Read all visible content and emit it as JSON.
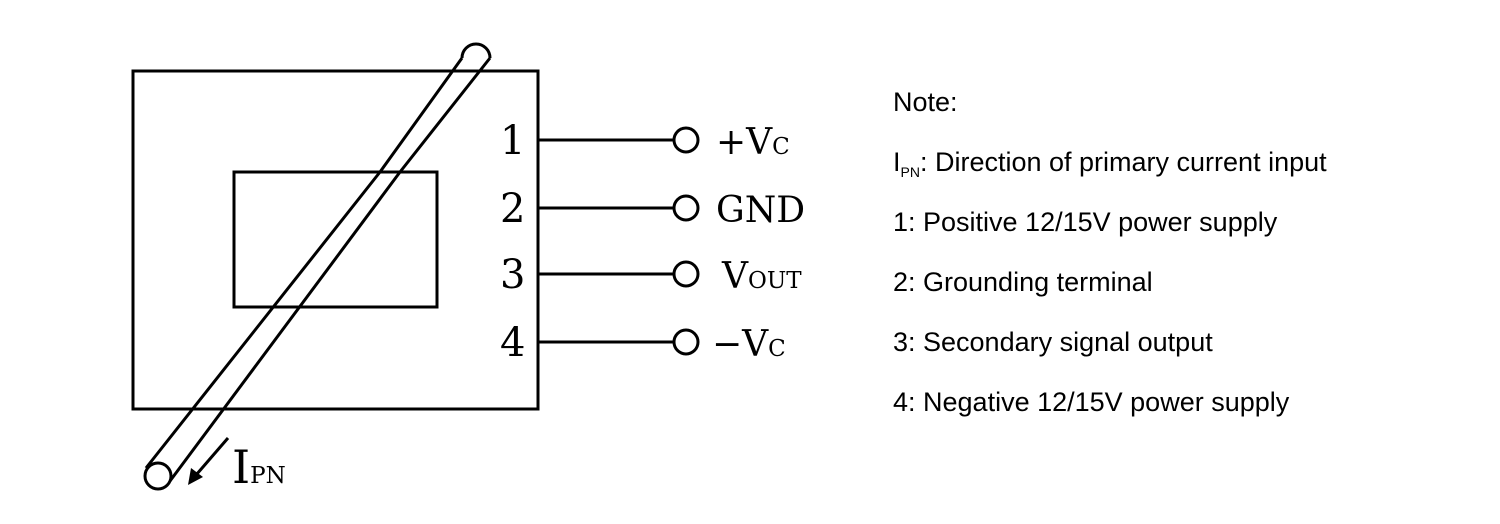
{
  "diagram": {
    "pins": [
      {
        "number": "1",
        "label_main": "+V",
        "label_sub": "C"
      },
      {
        "number": "2",
        "label_main": "GND",
        "label_sub": ""
      },
      {
        "number": "3",
        "label_main": "V",
        "label_sub": "OUT"
      },
      {
        "number": "4",
        "label_main": "−V",
        "label_sub": "C"
      }
    ],
    "current_label_main": "I",
    "current_label_sub": "PN"
  },
  "notes": {
    "title": "Note:",
    "ipn_main": "I",
    "ipn_sub": "PN",
    "ipn_text": ": Direction of primary current input",
    "items": [
      "1: Positive 12/15V power supply",
      "2: Grounding terminal",
      "3: Secondary signal output",
      "4: Negative 12/15V power supply"
    ]
  }
}
